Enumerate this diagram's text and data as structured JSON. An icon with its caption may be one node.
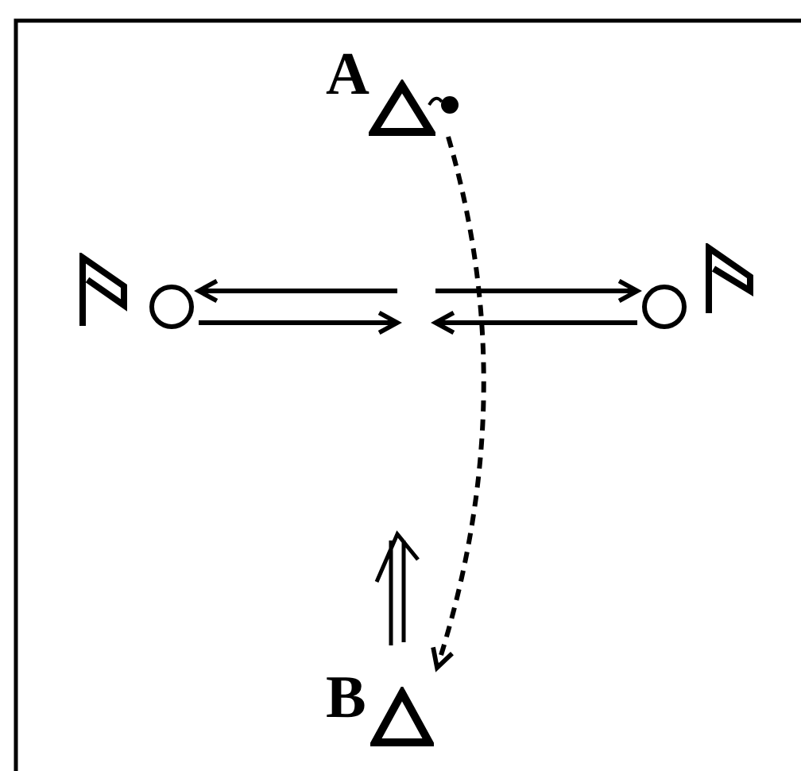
{
  "diagram": {
    "nodes": [
      {
        "text": [
          "A"
        ]
      },
      {
        "text": [],
        "shape": "circle"
      },
      {
        "text": [],
        "shape": "circle"
      },
      {
        "text": [
          "B"
        ]
      }
    ],
    "edges": [
      {
        "from": null,
        "to": 1,
        "arrow": "to"
      },
      {
        "from": 1,
        "to": null,
        "arrow": "to"
      },
      {
        "from": null,
        "to": 2,
        "arrow": "to"
      },
      {
        "from": 2,
        "to": null,
        "arrow": "to"
      },
      {
        "from": 0,
        "to": 3,
        "arrow": "to",
        "style": "dashed"
      }
    ]
  }
}
